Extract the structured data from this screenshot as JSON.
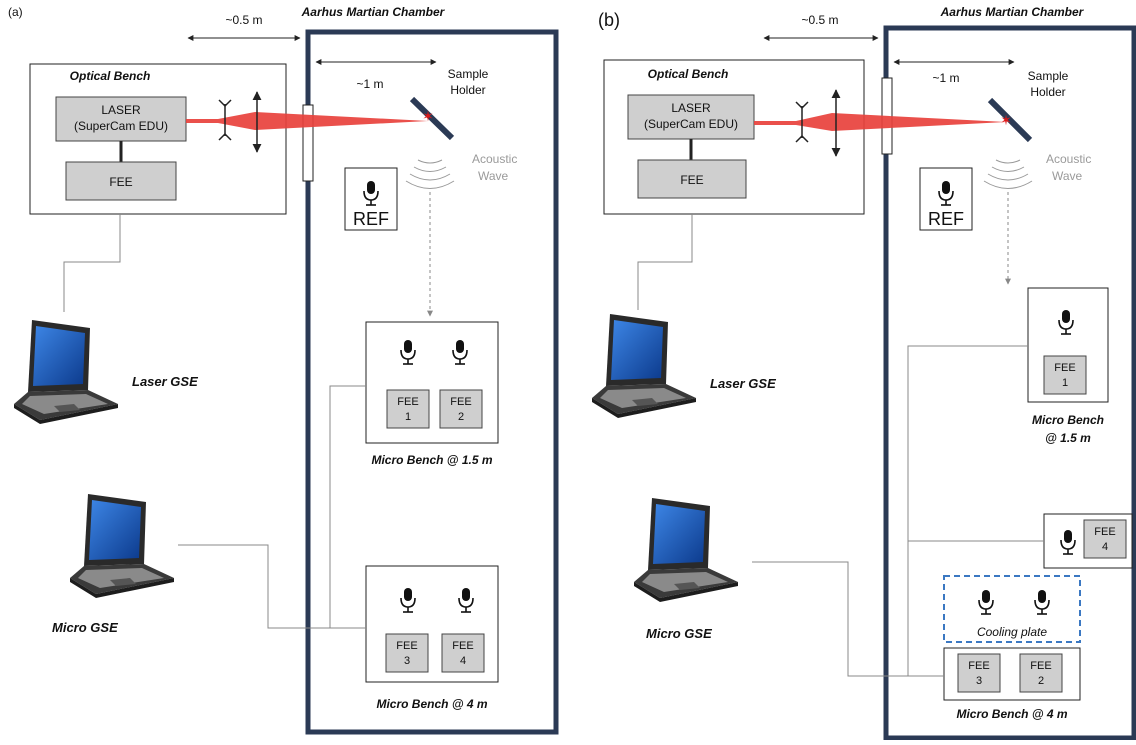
{
  "panels": [
    {
      "letter": "(a)",
      "chamber_title": "Aarhus Martian Chamber",
      "distance_bench_chamber": "~0.5 m",
      "distance_window_sample": "~1 m",
      "optical_bench_title": "Optical Bench",
      "laser_line1": "LASER",
      "laser_line2": "(SuperCam EDU)",
      "fee_label": "FEE",
      "sample_holder_line1": "Sample",
      "sample_holder_line2": "Holder",
      "acoustic_line1": "Acoustic",
      "acoustic_line2": "Wave",
      "ref_label": "REF",
      "laser_gse": "Laser GSE",
      "micro_gse": "Micro GSE",
      "bench1_title": "Micro Bench @ 1.5 m",
      "bench2_title": "Micro Bench @ 4 m",
      "fee_boxes": [
        {
          "line1": "FEE",
          "line2": "1"
        },
        {
          "line1": "FEE",
          "line2": "2"
        },
        {
          "line1": "FEE",
          "line2": "3"
        },
        {
          "line1": "FEE",
          "line2": "4"
        }
      ]
    },
    {
      "letter": "(b)",
      "chamber_title": "Aarhus Martian Chamber",
      "distance_bench_chamber": "~0.5 m",
      "distance_window_sample": "~1 m",
      "optical_bench_title": "Optical Bench",
      "laser_line1": "LASER",
      "laser_line2": "(SuperCam EDU)",
      "fee_label": "FEE",
      "sample_holder_line1": "Sample",
      "sample_holder_line2": "Holder",
      "acoustic_line1": "Acoustic",
      "acoustic_line2": "Wave",
      "ref_label": "REF",
      "laser_gse": "Laser GSE",
      "micro_gse": "Micro GSE",
      "bench1_title_line1": "Micro Bench",
      "bench1_title_line2": "@ 1.5 m",
      "bench2_title": "Micro Bench @ 4 m",
      "cooling_plate": "Cooling plate",
      "fee_boxes": [
        {
          "line1": "FEE",
          "line2": "1"
        },
        {
          "line1": "FEE",
          "line2": "4"
        },
        {
          "line1": "FEE",
          "line2": "3"
        },
        {
          "line1": "FEE",
          "line2": "2"
        }
      ]
    }
  ],
  "colors": {
    "chamber_border": "#2b3a55",
    "laser_beam": "#e8413c",
    "box_fill": "#cfcfcf",
    "cooling_border": "#3b78c2",
    "screen": "#1f5fbf"
  }
}
